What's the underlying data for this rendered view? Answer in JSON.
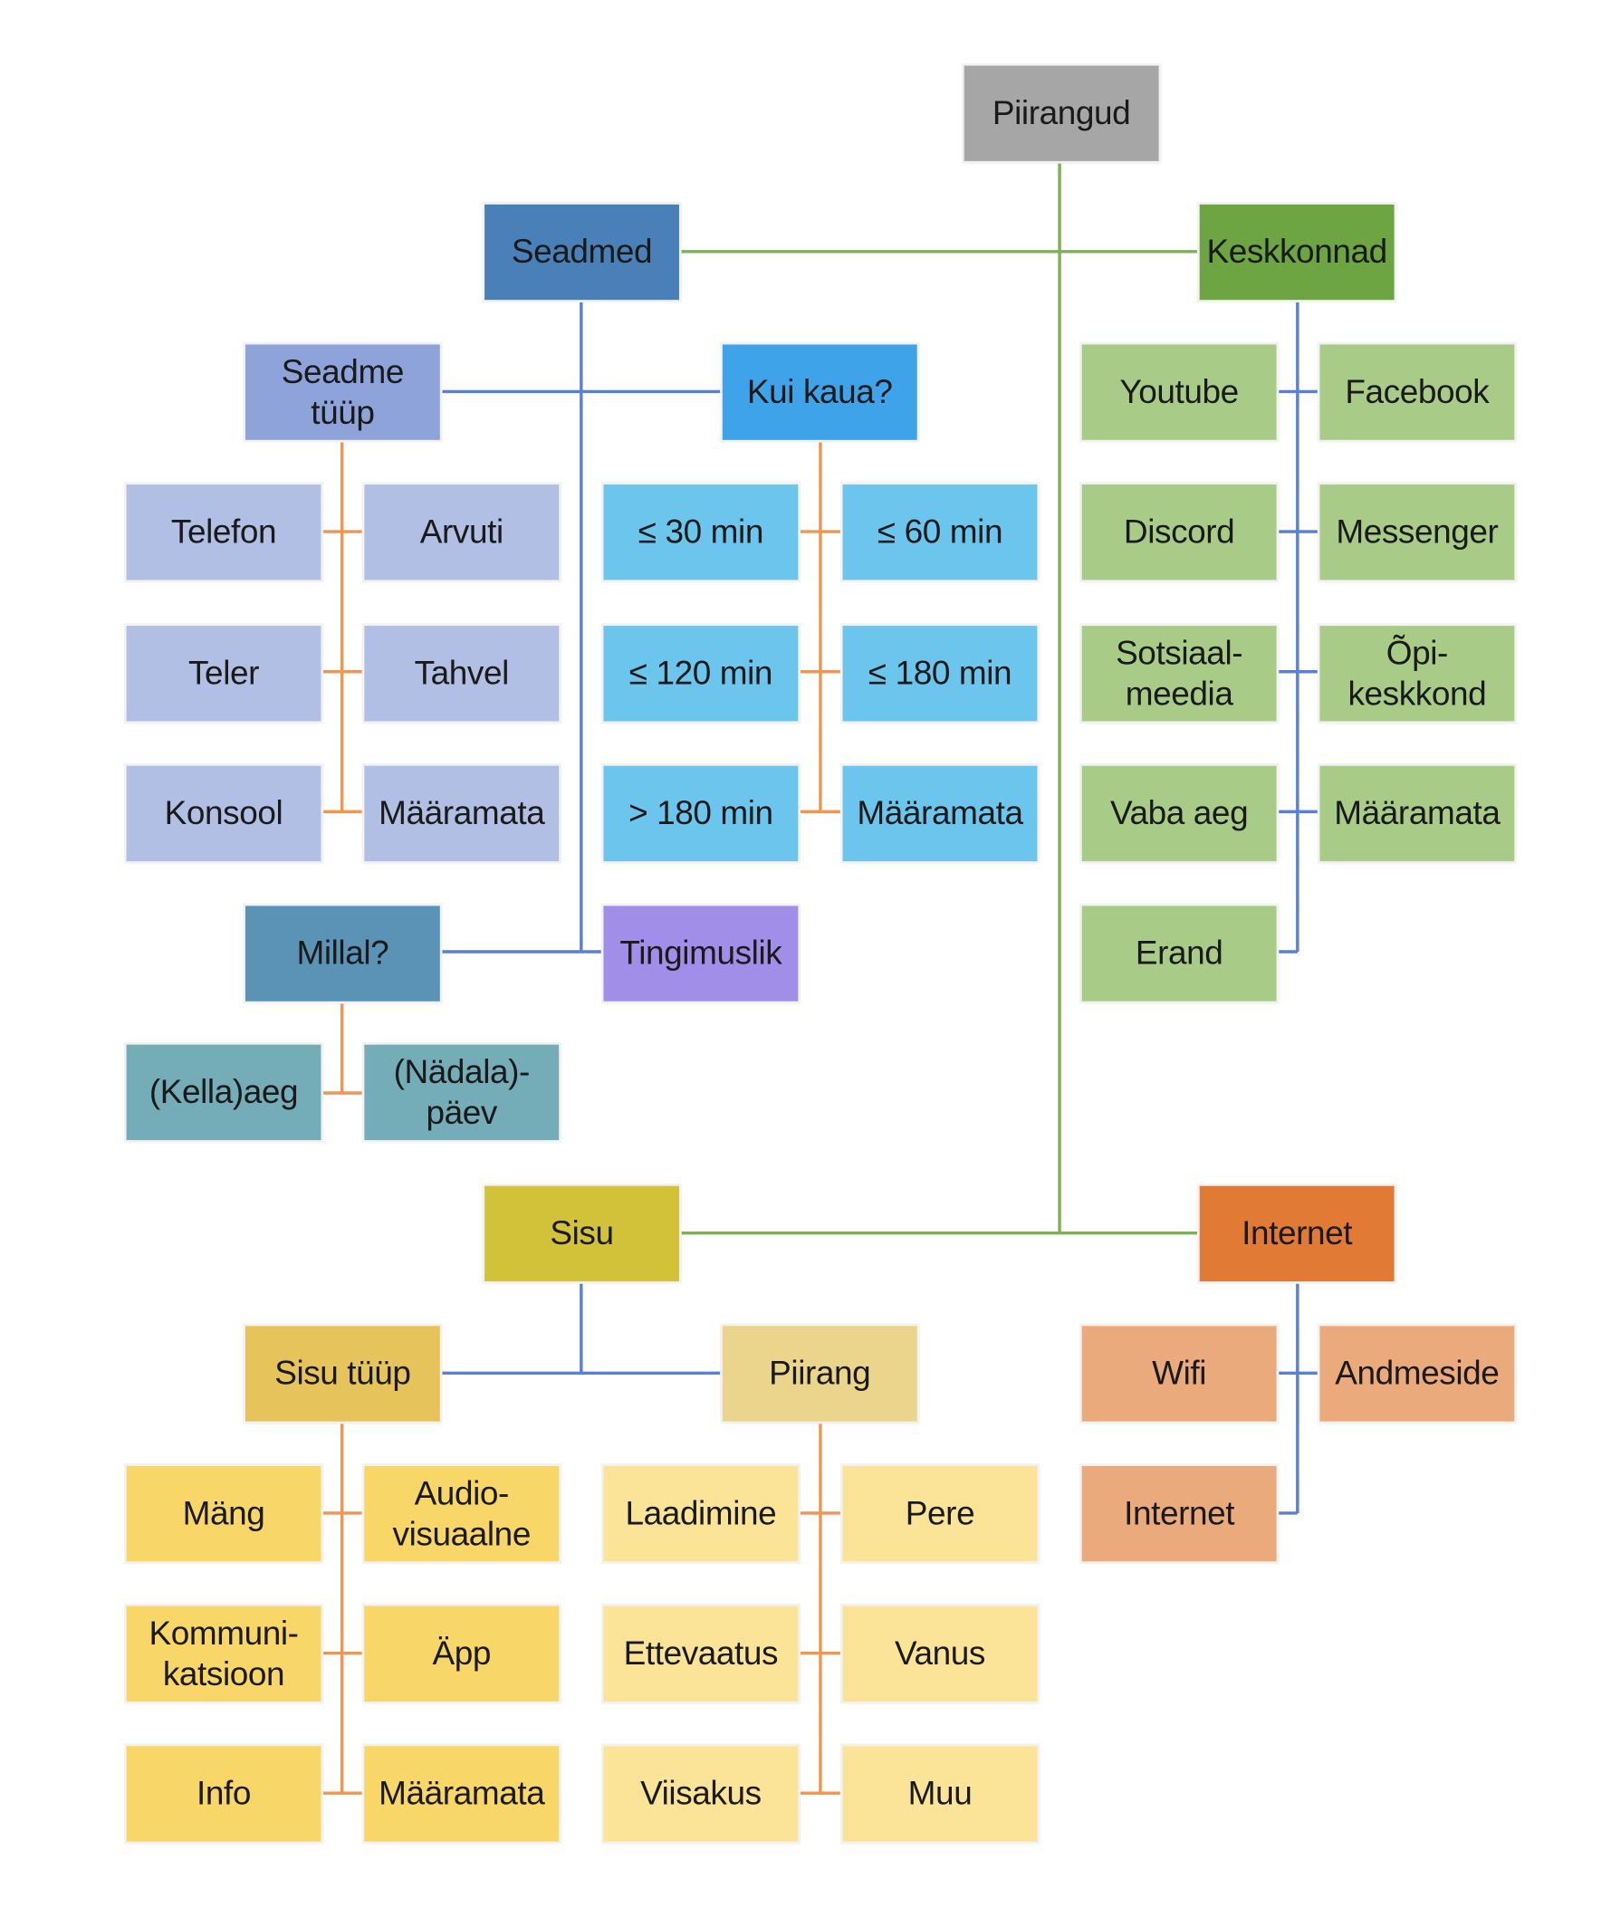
{
  "colors": {
    "root": "#a6a6a6",
    "devices": "#4a80b8",
    "environments": "#6ca542",
    "content": "#d1c23a",
    "internet": "#e07a35",
    "device_type": "#8ea3da",
    "device_items": "#b0bfe3",
    "how_long": "#3fa3ea",
    "time_items": "#6bc5ec",
    "when": "#5b93b6",
    "when_items": "#74acb8",
    "conditional": "#a08ee8",
    "env_items": "#a8cc88",
    "content_type": "#e6c45b",
    "content_type_items": "#f8d667",
    "restriction": "#ebd48c",
    "restriction_items": "#fbe498",
    "internet_items": "#eaaa7c",
    "line_green": "#7db153",
    "line_blue": "#5b7fd6",
    "line_orange": "#ef9650"
  },
  "nodes": {
    "piirangud": "Piirangud",
    "seadmed": "Seadmed",
    "keskkonnad": "Keskkonnad",
    "seadme_tyyp": "Seadme\ntüüp",
    "kui_kaua": "Kui kaua?",
    "telefon": "Telefon",
    "arvuti": "Arvuti",
    "teler": "Teler",
    "tahvel": "Tahvel",
    "konsool": "Konsool",
    "maaramata_seade": "Määramata",
    "t30": "≤ 30 min",
    "t60": "≤ 60 min",
    "t120": "≤ 120 min",
    "t180": "≤ 180 min",
    "tover180": "> 180 min",
    "maaramata_aeg": "Määramata",
    "youtube": "Youtube",
    "facebook": "Facebook",
    "discord": "Discord",
    "messenger": "Messenger",
    "sotsiaalmeedia": "Sotsiaal-\nmeedia",
    "opikeskkond": "Õpi-\nkeskkond",
    "vaba_aeg": "Vaba aeg",
    "maaramata_keskkond": "Määramata",
    "erand": "Erand",
    "millal": "Millal?",
    "tingimuslik": "Tingimuslik",
    "kellaaeg": "(Kella)aeg",
    "nadalapaev": "(Nädala)-\npäev",
    "sisu": "Sisu",
    "internet": "Internet",
    "sisu_tyyp": "Sisu tüüp",
    "piirang": "Piirang",
    "mang": "Mäng",
    "audiovisuaalne": "Audio-\nvisuaalne",
    "kommunikatsioon": "Kommuni-\nkatsioon",
    "app": "Äpp",
    "info": "Info",
    "maaramata_sisu": "Määramata",
    "laadimine": "Laadimine",
    "pere": "Pere",
    "ettevaatus": "Ettevaatus",
    "vanus": "Vanus",
    "viisakus": "Viisakus",
    "muu": "Muu",
    "wifi": "Wifi",
    "andmeside": "Andmeside",
    "internet_item": "Internet"
  }
}
